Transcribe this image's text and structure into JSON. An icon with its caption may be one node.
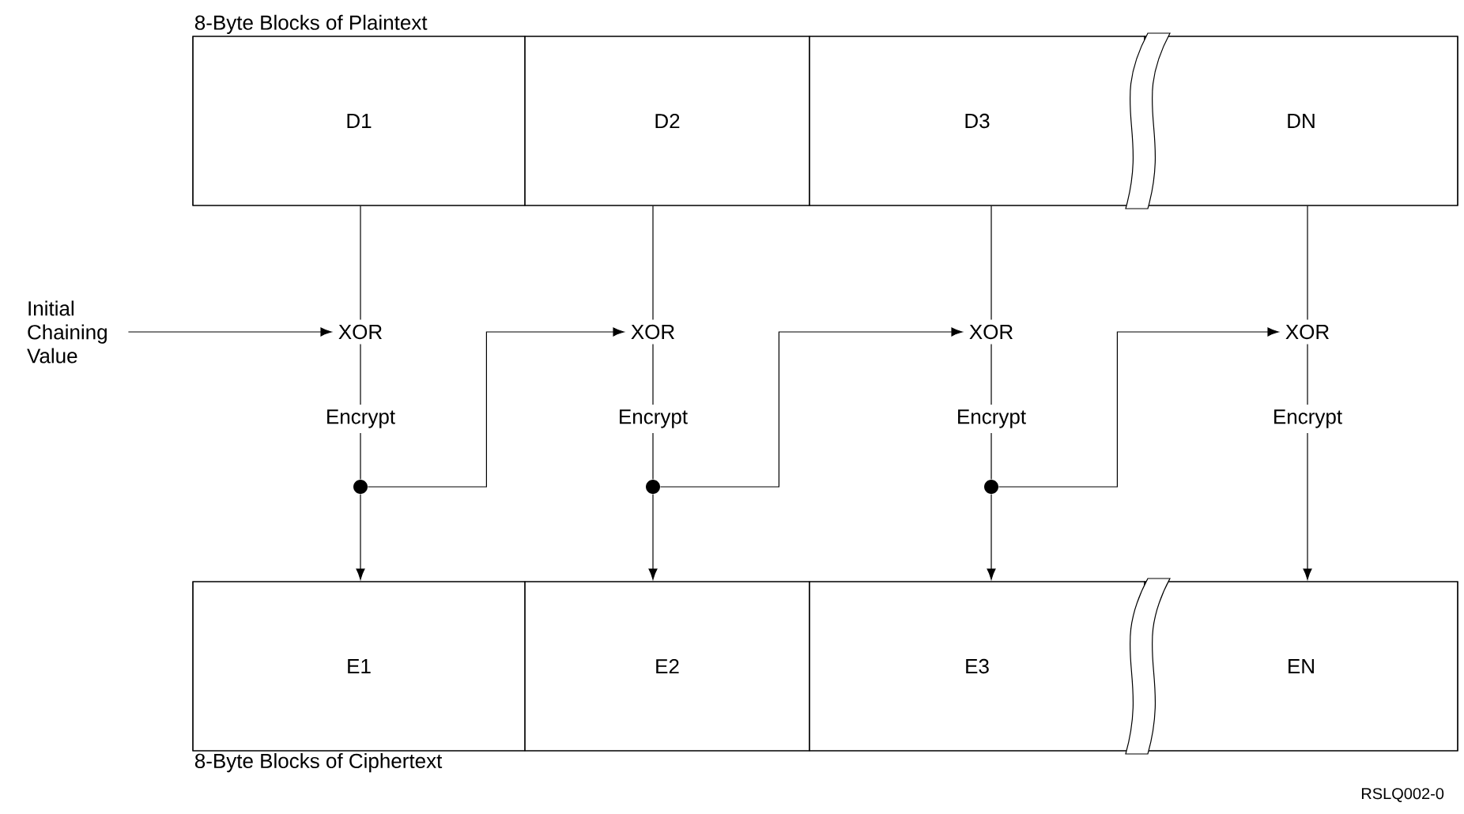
{
  "diagram": {
    "nodes": [
      {
        "text": [
          "8-Byte Blocks of Plaintext"
        ]
      },
      {
        "text": [
          "D1"
        ],
        "in": 0
      },
      {
        "text": [
          "D2"
        ],
        "in": 0
      },
      {
        "text": [
          "D3"
        ],
        "in": 0
      },
      {
        "text": [
          "DN"
        ],
        "in": 0
      },
      {
        "text": [
          "Initial Chaining Value"
        ]
      },
      {
        "text": [
          "XOR"
        ]
      },
      {
        "text": [
          "XOR"
        ]
      },
      {
        "text": [
          "XOR"
        ]
      },
      {
        "text": [
          "XOR"
        ]
      },
      {
        "text": [
          "Encrypt"
        ]
      },
      {
        "text": [
          "Encrypt"
        ]
      },
      {
        "text": [
          "Encrypt"
        ]
      },
      {
        "text": [
          "Encrypt"
        ]
      },
      {
        "text": [],
        "shape": "circle"
      },
      {
        "text": [],
        "shape": "circle"
      },
      {
        "text": [],
        "shape": "circle"
      },
      {
        "text": [
          "8-Byte Blocks of Ciphertext"
        ]
      },
      {
        "text": [
          "E1"
        ],
        "in": 17
      },
      {
        "text": [
          "E2"
        ],
        "in": 17
      },
      {
        "text": [
          "E3"
        ],
        "in": 17
      },
      {
        "text": [
          "EN"
        ],
        "in": 17
      }
    ],
    "edges": [
      {
        "from": 1,
        "to": 6,
        "arrow": "none"
      },
      {
        "from": 2,
        "to": 7,
        "arrow": "none"
      },
      {
        "from": 3,
        "to": 8,
        "arrow": "none"
      },
      {
        "from": 4,
        "to": 9,
        "arrow": "none"
      },
      {
        "from": 5,
        "to": 6,
        "arrow": "to"
      },
      {
        "from": 6,
        "to": 10,
        "arrow": "none"
      },
      {
        "from": 7,
        "to": 11,
        "arrow": "none"
      },
      {
        "from": 8,
        "to": 12,
        "arrow": "none"
      },
      {
        "from": 9,
        "to": 13,
        "arrow": "none"
      },
      {
        "from": 10,
        "to": 14,
        "arrow": "none"
      },
      {
        "from": 11,
        "to": 15,
        "arrow": "none"
      },
      {
        "from": 12,
        "to": 16,
        "arrow": "none"
      },
      {
        "from": 14,
        "to": 18,
        "arrow": "to"
      },
      {
        "from": 15,
        "to": 19,
        "arrow": "to"
      },
      {
        "from": 16,
        "to": 20,
        "arrow": "to"
      },
      {
        "from": 14,
        "to": 7,
        "arrow": "to"
      },
      {
        "from": 15,
        "to": 8,
        "arrow": "to"
      },
      {
        "from": 16,
        "to": 9,
        "arrow": "to"
      },
      {
        "from": 13,
        "to": 21,
        "arrow": "to"
      }
    ],
    "labels": [
      "RSLQ002-0"
    ]
  }
}
